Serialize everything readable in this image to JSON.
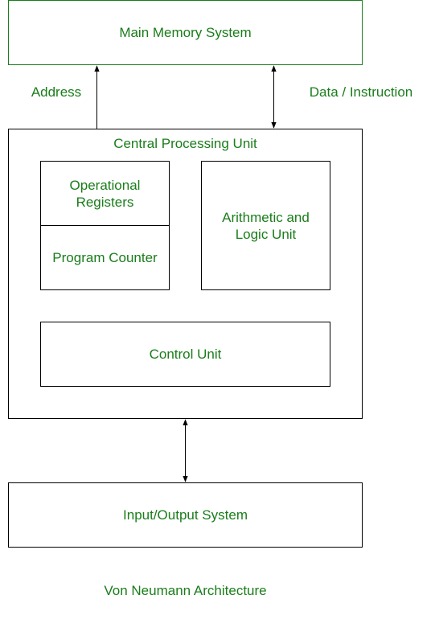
{
  "diagram": {
    "memory": {
      "label": "Main Memory System"
    },
    "edges": {
      "address_label": "Address",
      "data_label": "Data / Instruction"
    },
    "cpu": {
      "label": "Central Processing Unit",
      "registers": {
        "label": "Operational\nRegisters"
      },
      "program_counter": {
        "label": "Program Counter"
      },
      "alu": {
        "label": "Arithmetic and\nLogic Unit"
      },
      "control_unit": {
        "label": "Control Unit"
      }
    },
    "io": {
      "label": "Input/Output System"
    },
    "caption": "Von Neumann Architecture"
  },
  "colors": {
    "text": "#1a7d1a",
    "memory_border": "#1a7d1a",
    "border": "#000000",
    "arrow": "#000000"
  }
}
